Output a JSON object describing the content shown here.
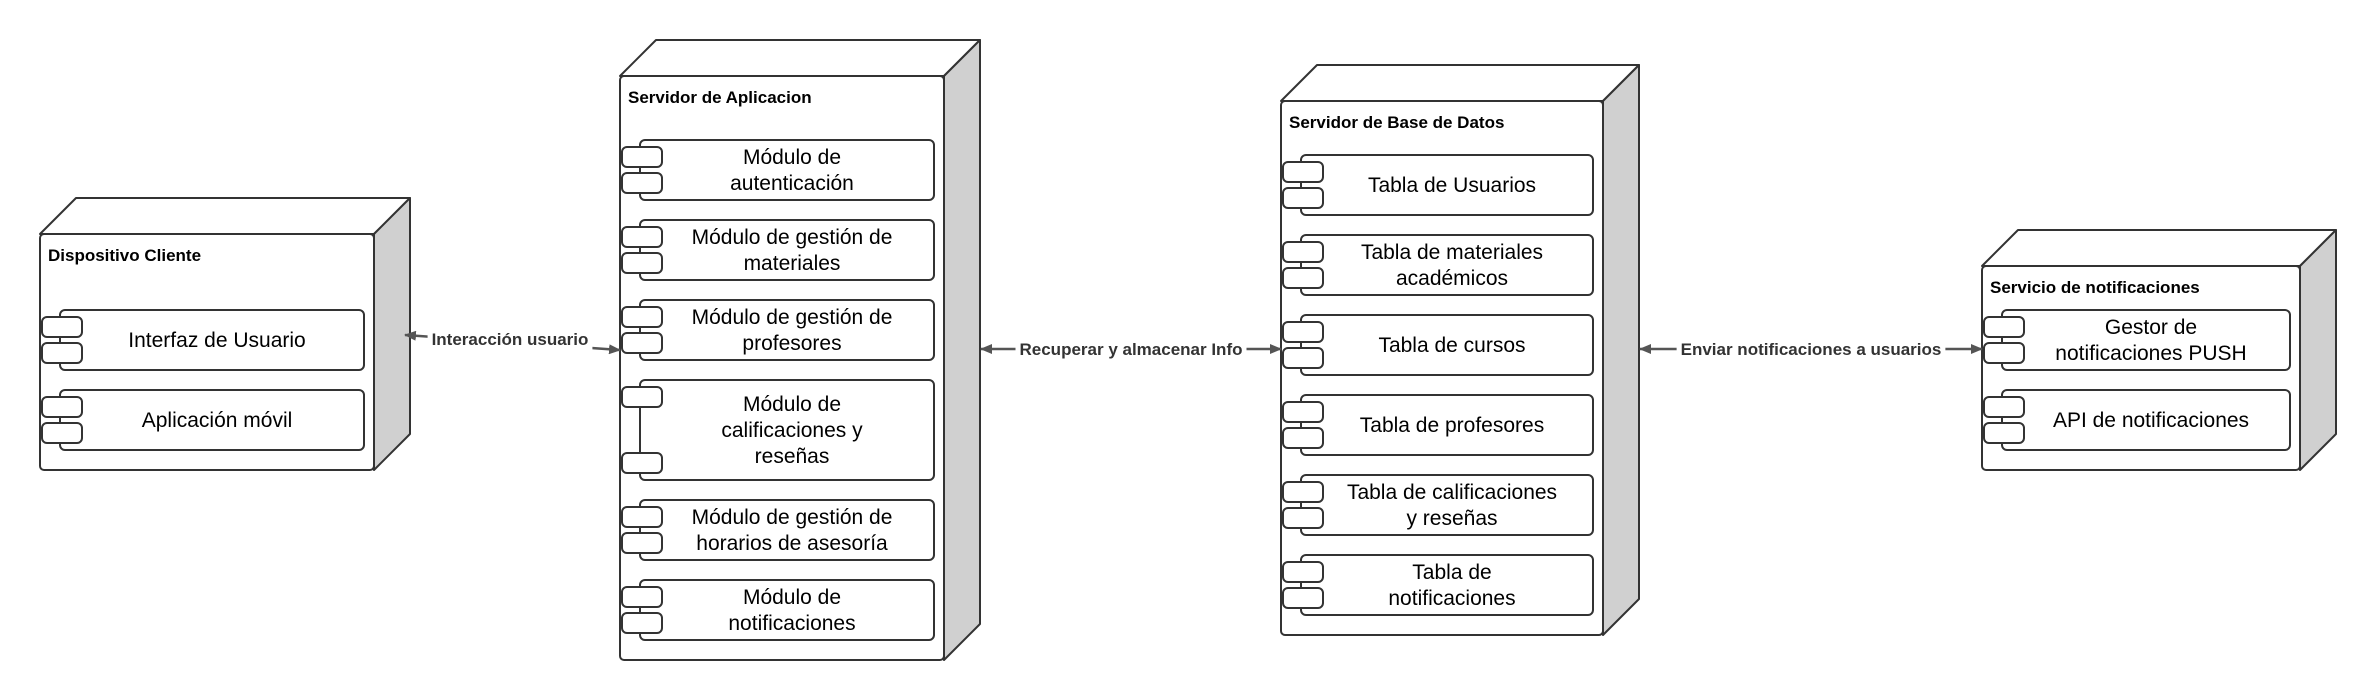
{
  "nodes": [
    {
      "title": "Dispositivo Cliente",
      "components": [
        [
          "Interfaz de Usuario"
        ],
        [
          "Aplicación móvil"
        ]
      ]
    },
    {
      "title": "Servidor de Aplicacion",
      "components": [
        [
          "Módulo de",
          "autenticación"
        ],
        [
          "Módulo de gestión de",
          "materiales"
        ],
        [
          "Módulo de gestión de",
          "profesores"
        ],
        [
          "Módulo de",
          "calificaciones y",
          "reseñas"
        ],
        [
          "Módulo de gestión de",
          "horarios de asesoría"
        ],
        [
          "Módulo de",
          "notificaciones"
        ]
      ]
    },
    {
      "title": "Servidor de Base de Datos",
      "components": [
        [
          "Tabla de Usuarios"
        ],
        [
          "Tabla de materiales",
          "académicos"
        ],
        [
          "Tabla de cursos"
        ],
        [
          "Tabla de profesores"
        ],
        [
          "Tabla de calificaciones",
          "y reseñas"
        ],
        [
          "Tabla de",
          "notificaciones"
        ]
      ]
    },
    {
      "title": "Servicio de notificaciones",
      "components": [
        [
          "Gestor de",
          "notificaciones PUSH"
        ],
        [
          "API de notificaciones"
        ]
      ]
    }
  ],
  "connectors": [
    {
      "label": "Interacción usuario"
    },
    {
      "label": "Recuperar y almacenar Info"
    },
    {
      "label": "Enviar notificaciones a usuarios"
    }
  ],
  "colors": {
    "stroke": "#333333",
    "node_face": "#ffffff",
    "node_side": "#d0d0d0",
    "node_top": "#ffffff",
    "arrow": "#555555"
  }
}
